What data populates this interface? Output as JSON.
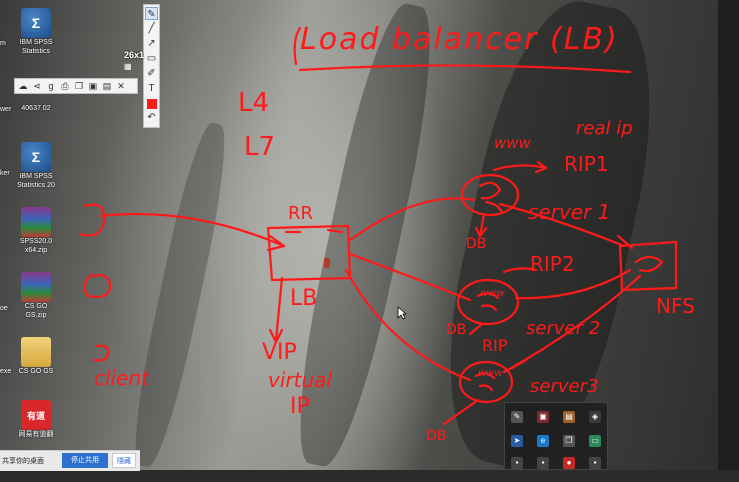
{
  "desktop_icons": [
    {
      "name": "spss-icon-1",
      "label1": "IBM SPSS",
      "label2": "Statistics",
      "kind": "spss",
      "glyph": "Σ"
    },
    {
      "name": "file-icon-2",
      "label1": "",
      "label2": "40637 02",
      "kind": "partial"
    },
    {
      "name": "spss-icon-2",
      "label1": "IBM SPSS",
      "label2": "Statistics 20",
      "kind": "spss",
      "glyph": "Σ"
    },
    {
      "name": "rar-icon-1",
      "label1": "SPSS20.0",
      "label2": "x64.zip",
      "kind": "rar",
      "glyph": ""
    },
    {
      "name": "rar-icon-2",
      "label1": "CS GO",
      "label2": "GS.zip",
      "kind": "rar",
      "glyph": ""
    },
    {
      "name": "folder-icon",
      "label1": "CS GO GS",
      "label2": "",
      "kind": "folder",
      "glyph": ""
    },
    {
      "name": "youdao-icon",
      "label1": "网易有道翻",
      "label2": "",
      "kind": "youdao",
      "glyph": "有道"
    }
  ],
  "left_edge_fragments": [
    "m",
    "wer",
    "ker",
    "oe",
    "exe"
  ],
  "selection_size": "26x1",
  "bottom_bar": {
    "share_text": "共享你的桌面",
    "stop_button": "停止共用",
    "hide_button": "隱藏"
  },
  "annotations": {
    "title": "Load balancer (LB)",
    "l4": "L4",
    "l7": "L7",
    "rr": "RR",
    "lb": "LB",
    "vip": "VIP",
    "virtual": "virtual",
    "ip": "IP",
    "client": "client",
    "www1": "www",
    "real_ip": "real ip",
    "rip1": "RIP1",
    "server1": "server 1",
    "db1": "DB",
    "rip2": "RIP2",
    "www2": "www",
    "db2": "DB",
    "server2": "server 2",
    "rip_mid": "RIP",
    "www3": "www",
    "server3": "server3",
    "db3": "DB",
    "nfs": "NFS"
  },
  "colors": {
    "ink": "#ff1a1a",
    "accent": "#2f6fd0"
  }
}
